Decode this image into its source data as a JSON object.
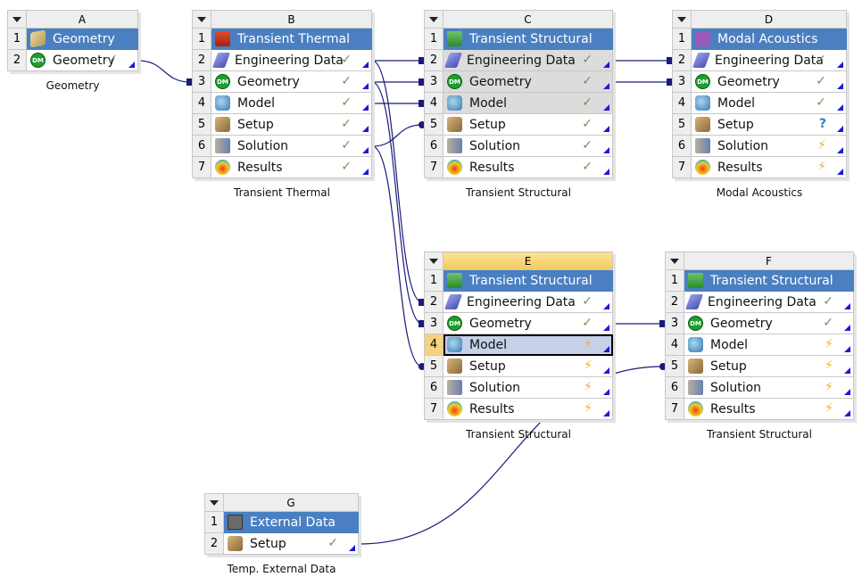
{
  "systems": {
    "A": {
      "letter": "A",
      "caption": "Geometry",
      "rows": [
        {
          "n": "1",
          "label": "Geometry",
          "icon": "geometry-icon",
          "status": "",
          "title": true
        },
        {
          "n": "2",
          "label": "Geometry",
          "icon": "designmodeler-icon",
          "status": "ok"
        }
      ]
    },
    "B": {
      "letter": "B",
      "caption": "Transient Thermal",
      "rows": [
        {
          "n": "1",
          "label": "Transient Thermal",
          "icon": "transient-thermal-icon",
          "status": "",
          "title": true
        },
        {
          "n": "2",
          "label": "Engineering Data",
          "icon": "engineering-data-icon",
          "status": "ok"
        },
        {
          "n": "3",
          "label": "Geometry",
          "icon": "designmodeler-icon",
          "status": "ok"
        },
        {
          "n": "4",
          "label": "Model",
          "icon": "model-icon",
          "status": "ok"
        },
        {
          "n": "5",
          "label": "Setup",
          "icon": "setup-icon",
          "status": "ok"
        },
        {
          "n": "6",
          "label": "Solution",
          "icon": "solution-icon",
          "status": "ok"
        },
        {
          "n": "7",
          "label": "Results",
          "icon": "results-icon",
          "status": "ok"
        }
      ]
    },
    "C": {
      "letter": "C",
      "caption": "Transient Structural",
      "rows": [
        {
          "n": "1",
          "label": "Transient Structural",
          "icon": "transient-structural-icon",
          "status": "",
          "title": true
        },
        {
          "n": "2",
          "label": "Engineering Data",
          "icon": "engineering-data-icon",
          "status": "ok",
          "shared": true
        },
        {
          "n": "3",
          "label": "Geometry",
          "icon": "designmodeler-icon",
          "status": "ok",
          "shared": true
        },
        {
          "n": "4",
          "label": "Model",
          "icon": "model-icon",
          "status": "ok",
          "shared": true
        },
        {
          "n": "5",
          "label": "Setup",
          "icon": "setup-icon",
          "status": "ok"
        },
        {
          "n": "6",
          "label": "Solution",
          "icon": "solution-icon",
          "status": "ok"
        },
        {
          "n": "7",
          "label": "Results",
          "icon": "results-icon",
          "status": "ok"
        }
      ]
    },
    "D": {
      "letter": "D",
      "caption": "Modal Acoustics",
      "rows": [
        {
          "n": "1",
          "label": "Modal Acoustics",
          "icon": "modal-acoustics-icon",
          "status": "",
          "title": true
        },
        {
          "n": "2",
          "label": "Engineering Data",
          "icon": "engineering-data-icon",
          "status": "ok"
        },
        {
          "n": "3",
          "label": "Geometry",
          "icon": "designmodeler-icon",
          "status": "ok"
        },
        {
          "n": "4",
          "label": "Model",
          "icon": "model-icon",
          "status": "ok"
        },
        {
          "n": "5",
          "label": "Setup",
          "icon": "setup-icon",
          "status": "attention"
        },
        {
          "n": "6",
          "label": "Solution",
          "icon": "solution-icon",
          "status": "update"
        },
        {
          "n": "7",
          "label": "Results",
          "icon": "results-icon",
          "status": "update"
        }
      ]
    },
    "E": {
      "letter": "E",
      "caption": "Transient Structural",
      "selected": true,
      "rows": [
        {
          "n": "1",
          "label": "Transient Structural",
          "icon": "transient-structural-icon",
          "status": "",
          "title": true
        },
        {
          "n": "2",
          "label": "Engineering Data",
          "icon": "engineering-data-icon",
          "status": "ok"
        },
        {
          "n": "3",
          "label": "Geometry",
          "icon": "designmodeler-icon",
          "status": "ok"
        },
        {
          "n": "4",
          "label": "Model",
          "icon": "model-icon",
          "status": "update",
          "selected": true
        },
        {
          "n": "5",
          "label": "Setup",
          "icon": "setup-icon",
          "status": "update"
        },
        {
          "n": "6",
          "label": "Solution",
          "icon": "solution-icon",
          "status": "update"
        },
        {
          "n": "7",
          "label": "Results",
          "icon": "results-icon",
          "status": "update"
        }
      ]
    },
    "F": {
      "letter": "F",
      "caption": "Transient Structural",
      "rows": [
        {
          "n": "1",
          "label": "Transient Structural",
          "icon": "transient-structural-icon",
          "status": "",
          "title": true
        },
        {
          "n": "2",
          "label": "Engineering Data",
          "icon": "engineering-data-icon",
          "status": "ok"
        },
        {
          "n": "3",
          "label": "Geometry",
          "icon": "designmodeler-icon",
          "status": "ok"
        },
        {
          "n": "4",
          "label": "Model",
          "icon": "model-icon",
          "status": "update"
        },
        {
          "n": "5",
          "label": "Setup",
          "icon": "setup-icon",
          "status": "update"
        },
        {
          "n": "6",
          "label": "Solution",
          "icon": "solution-icon",
          "status": "update"
        },
        {
          "n": "7",
          "label": "Results",
          "icon": "results-icon",
          "status": "update"
        }
      ]
    },
    "G": {
      "letter": "G",
      "caption": "Temp. External Data",
      "rows": [
        {
          "n": "1",
          "label": "External Data",
          "icon": "external-data-icon",
          "status": "",
          "title": true
        },
        {
          "n": "2",
          "label": "Setup",
          "icon": "setup-icon",
          "status": "ok"
        }
      ]
    }
  },
  "status_glyphs": {
    "ok": "✓",
    "attention": "?",
    "update": "⚡"
  },
  "colors": {
    "title_bar": "#4a7fc1",
    "link": "#1a1a7a",
    "selected_header": "#f4c95f",
    "check": "#7e8c52",
    "bolt": "#f0b22c",
    "question": "#2d7fc8"
  },
  "connections": [
    {
      "from": "A.2",
      "to": "B.3",
      "kind": "share"
    },
    {
      "from": "B.2",
      "to": "C.2",
      "kind": "share"
    },
    {
      "from": "B.3",
      "to": "C.3",
      "kind": "share"
    },
    {
      "from": "B.4",
      "to": "C.4",
      "kind": "share"
    },
    {
      "from": "B.6",
      "to": "C.5",
      "kind": "transfer"
    },
    {
      "from": "B.2",
      "to": "E.2",
      "kind": "share"
    },
    {
      "from": "B.3",
      "to": "E.3",
      "kind": "share"
    },
    {
      "from": "B.6",
      "to": "E.5",
      "kind": "transfer"
    },
    {
      "from": "C.2",
      "to": "D.2",
      "kind": "share"
    },
    {
      "from": "C.3",
      "to": "D.3",
      "kind": "share"
    },
    {
      "from": "E.3",
      "to": "F.3",
      "kind": "share"
    },
    {
      "from": "G.2",
      "to": "F.5",
      "kind": "transfer"
    }
  ]
}
